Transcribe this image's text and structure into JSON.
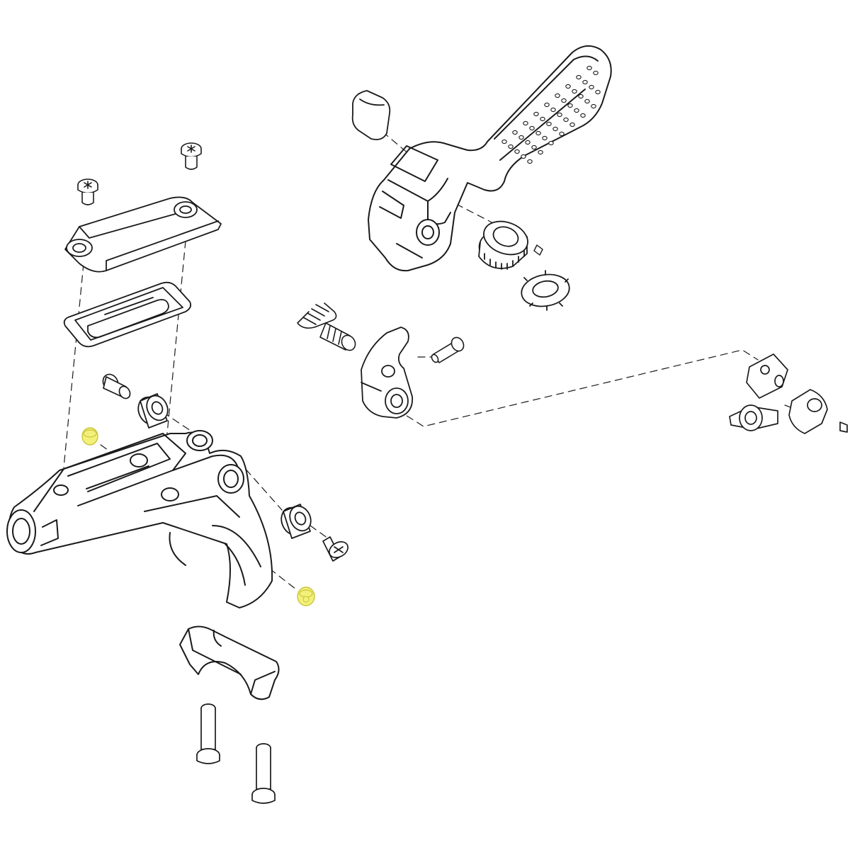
{
  "colors": {
    "background": "#ffffff",
    "line": "#1a1a1a",
    "highlight_fill": "#f3f07a",
    "highlight_stroke": "#c9c43a"
  },
  "parts": [
    {
      "id": "reservoir-cap-screw",
      "count": 2,
      "highlighted": false
    },
    {
      "id": "reservoir-cap",
      "count": 1,
      "highlighted": false
    },
    {
      "id": "reservoir-diaphragm",
      "count": 1,
      "highlighted": false
    },
    {
      "id": "pivot-bushing",
      "count": 1,
      "highlighted": false
    },
    {
      "id": "bearing",
      "count": 2,
      "highlighted": false
    },
    {
      "id": "bleed-port-plug",
      "count": 2,
      "highlighted": true
    },
    {
      "id": "lever-body",
      "count": 1,
      "highlighted": false
    },
    {
      "id": "lever-blade",
      "count": 1,
      "highlighted": false
    },
    {
      "id": "reach-adjust-knob",
      "count": 1,
      "highlighted": false
    },
    {
      "id": "detent-washer",
      "count": 1,
      "highlighted": false
    },
    {
      "id": "return-spring",
      "count": 1,
      "highlighted": false
    },
    {
      "id": "cam-linkage",
      "count": 1,
      "highlighted": false
    },
    {
      "id": "pivot-pin",
      "count": 1,
      "highlighted": false
    },
    {
      "id": "hose-fitting-assembly",
      "count": 1,
      "highlighted": false
    },
    {
      "id": "handlebar-clamp",
      "count": 1,
      "highlighted": false
    },
    {
      "id": "clamp-bolt",
      "count": 2,
      "highlighted": false
    }
  ]
}
